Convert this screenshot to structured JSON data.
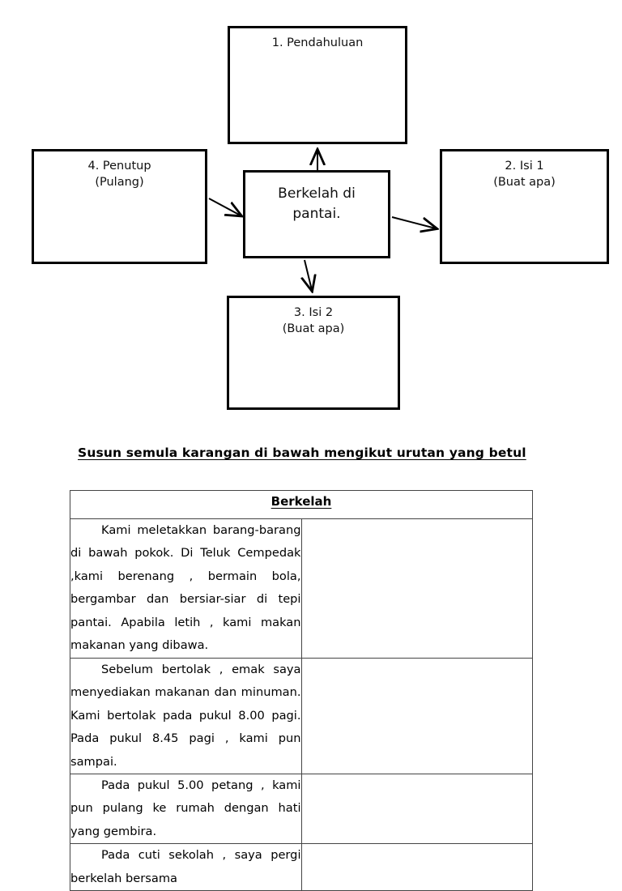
{
  "diagram": {
    "type": "mind-map",
    "center": {
      "label": "Berkelah di pantai.",
      "line1": "Berkelah di",
      "line2": "pantai."
    },
    "nodes": [
      {
        "id": "pendahuluan",
        "line1": "1. Pendahuluan",
        "line2": ""
      },
      {
        "id": "isi1",
        "line1": "2. Isi 1",
        "line2": "(Buat apa)"
      },
      {
        "id": "isi2",
        "line1": "3. Isi 2",
        "line2": "(Buat apa)"
      },
      {
        "id": "penutup",
        "line1": "4. Penutup",
        "line2": "(Pulang)"
      }
    ]
  },
  "instruction": {
    "text": "Susun semula karangan di bawah mengikut urutan yang betul"
  },
  "table": {
    "header": "Berkelah",
    "rows": [
      {
        "text": "Kami meletakkan barang-barang di bawah pokok. Di Teluk Cempedak ,kami berenang , bermain bola, bergambar dan bersiar-siar di tepi pantai. Apabila letih , kami makan makanan yang dibawa.",
        "answer": ""
      },
      {
        "text": "Sebelum bertolak , emak saya menyediakan makanan dan minuman. Kami bertolak pada pukul 8.00 pagi. Pada pukul 8.45 pagi , kami pun sampai.",
        "answer": ""
      },
      {
        "text": "Pada pukul 5.00 petang , kami pun pulang ke rumah dengan hati yang gembira.",
        "answer": ""
      },
      {
        "text": "Pada cuti sekolah , saya  pergi berkelah bersama",
        "answer": ""
      }
    ]
  },
  "colors": {
    "ink": "#000000",
    "rule": "#444444",
    "page": "#ffffff"
  }
}
